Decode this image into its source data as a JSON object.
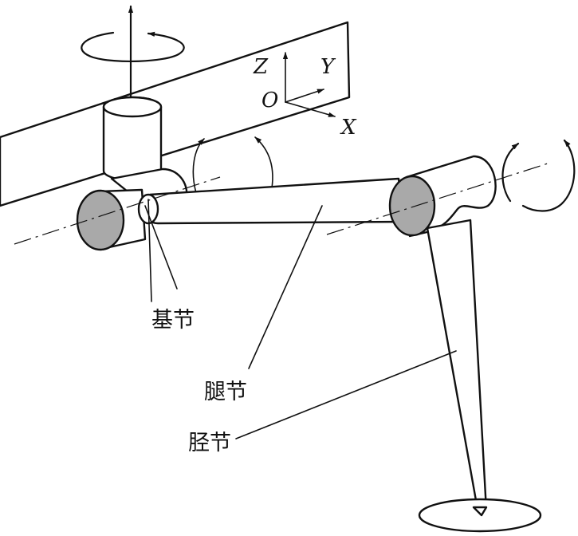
{
  "axes": {
    "z": "Z",
    "y": "Y",
    "x": "X",
    "origin": "O"
  },
  "labels": {
    "base_joint": "基节",
    "thigh_joint": "腿节",
    "shank_joint": "胫节"
  },
  "colors": {
    "line": "#111111",
    "section_fill": "#a9a9a9",
    "background": "#ffffff"
  }
}
